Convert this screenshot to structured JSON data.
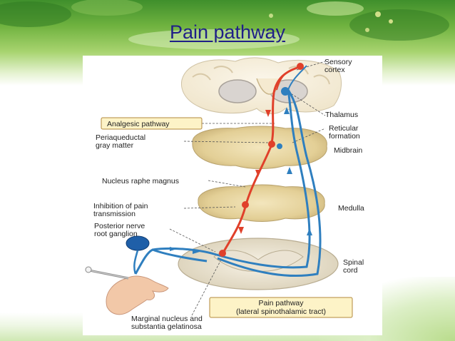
{
  "title": "Pain pathway",
  "labels": {
    "sensory_cortex": "Sensory\ncortex",
    "thalamus": "Thalamus",
    "reticular_formation": "Reticular\nformation",
    "midbrain": "Midbrain",
    "medulla": "Medulla",
    "spinal_cord": "Spinal\ncord",
    "analgesic_pathway": "Analgesic pathway",
    "periaqueductal": "Periaqueductal\ngray matter",
    "nucleus_raphe": "Nucleus raphe magnus",
    "inhibition": "Inhibition of pain\ntransmission",
    "posterior_root": "Posterior nerve\nroot ganglion",
    "marginal_nucleus": "Marginal nucleus and\nsubstantia gelatinosa",
    "pain_pathway_box": "Pain pathway\n(lateral spinothalamic tract)"
  },
  "colors": {
    "title": "#1f1f87",
    "analgesic": "#e0402a",
    "pain": "#2f7fbf",
    "tissue": "#e8d7a4",
    "label_box": "#fdf3c7"
  }
}
